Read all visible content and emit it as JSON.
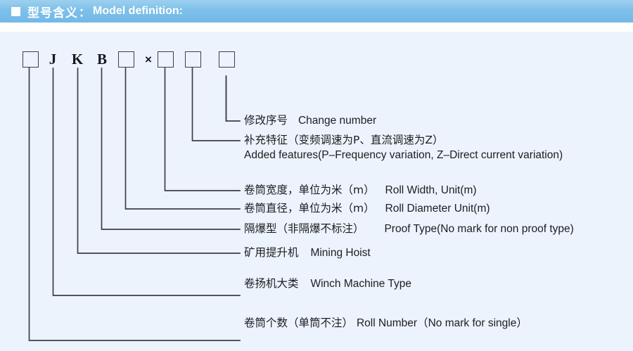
{
  "header": {
    "bullet_icon": "white-square-bullet",
    "title_cn": "型号含义",
    "colon": "：",
    "title_en": "Model definition:",
    "bar_color": "#7cc0ea",
    "text_color": "#ffffff"
  },
  "panel": {
    "background_color": "#edf3fc",
    "line_color": "#3c3f45"
  },
  "model_code": {
    "segments": [
      {
        "type": "box",
        "text": "",
        "name": "roll-number-box"
      },
      {
        "type": "letter",
        "text": "J",
        "name": "winch-type-letter"
      },
      {
        "type": "letter",
        "text": "K",
        "name": "mining-hoist-letter-k"
      },
      {
        "type": "letter",
        "text": "B",
        "name": "mining-hoist-letter-b"
      },
      {
        "type": "box",
        "text": "",
        "name": "proof-type-box"
      },
      {
        "type": "times",
        "text": "×",
        "name": "multiply-sign"
      },
      {
        "type": "box",
        "text": "",
        "name": "roll-diameter-box"
      },
      {
        "type": "box",
        "text": "",
        "name": "roll-width-box"
      },
      {
        "type": "box",
        "text": "",
        "name": "added-features-box"
      }
    ]
  },
  "callouts": [
    {
      "id": "change-number",
      "cn": "修改序号",
      "en": "Change number",
      "line2": ""
    },
    {
      "id": "added-features",
      "cn": "补充特征（变频调速为P、直流调速为Z）",
      "en": "",
      "line2": "Added features(P–Frequency variation, Z–Direct current variation)"
    },
    {
      "id": "roll-width",
      "cn": "卷筒宽度，单位为米（m）",
      "en": "Roll Width, Unit(m)",
      "line2": ""
    },
    {
      "id": "roll-diameter",
      "cn": "卷筒直径，单位为米（m）",
      "en": "Roll Diameter Unit(m)",
      "line2": ""
    },
    {
      "id": "proof-type",
      "cn": "隔爆型（非隔爆不标注）",
      "en": "Proof Type(No mark for non proof type)",
      "line2": ""
    },
    {
      "id": "mining-hoist",
      "cn": "矿用提升机",
      "en": "Mining Hoist",
      "line2": ""
    },
    {
      "id": "winch-machine-type",
      "cn": "卷扬机大类",
      "en": "Winch Machine Type",
      "line2": ""
    },
    {
      "id": "roll-number",
      "cn": "卷筒个数（单筒不注）",
      "en": "Roll Number（No mark for single）",
      "line2": ""
    }
  ]
}
